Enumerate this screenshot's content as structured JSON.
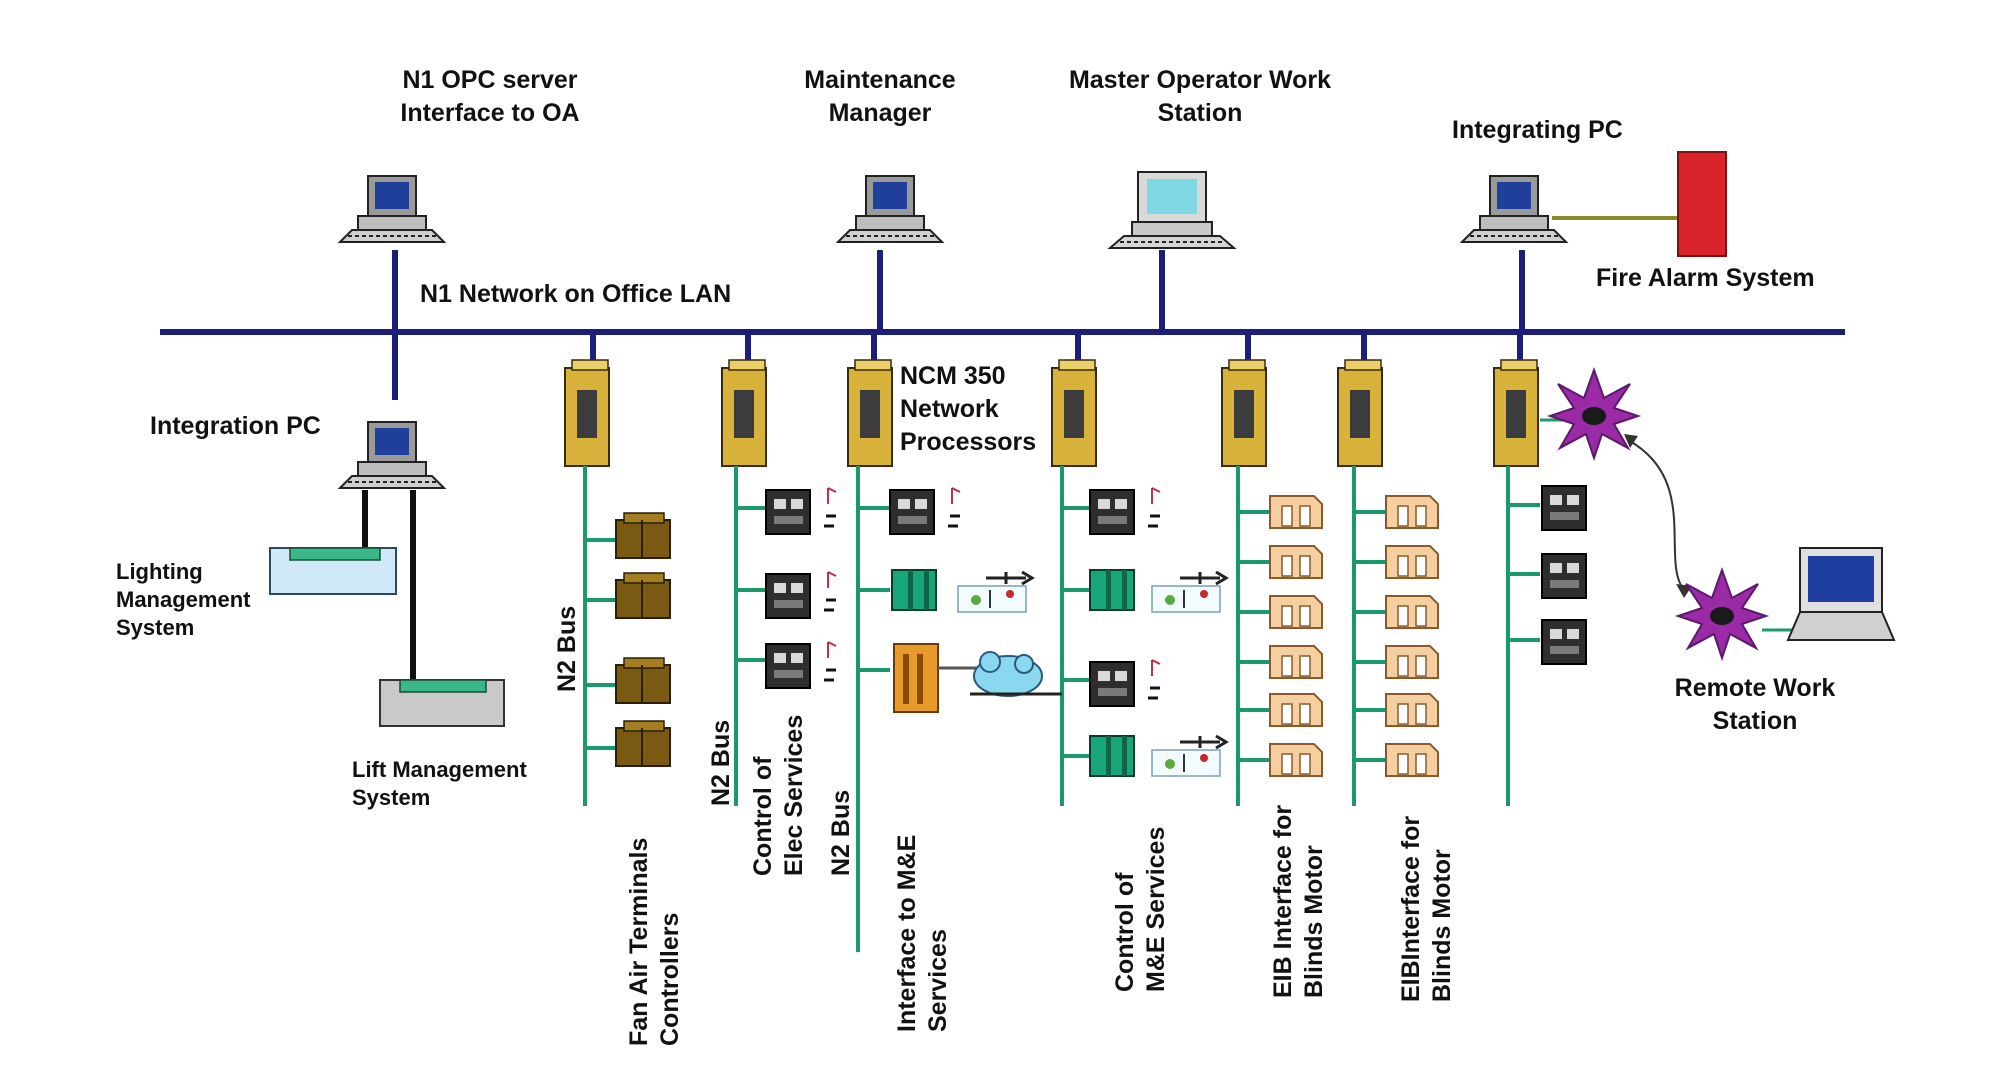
{
  "colors": {
    "network_line": "#1c1f7a",
    "bus_line": "#1a9a6a",
    "processor_body": "#d8b23a",
    "fire_alarm": "#d8232a",
    "connector_line": "#8a8a2a"
  },
  "labels": {
    "opc_server": [
      "N1 OPC server",
      "Interface to OA"
    ],
    "maintenance_manager": [
      "Maintenance",
      "Manager"
    ],
    "master_operator": [
      "Master Operator Work",
      "Station"
    ],
    "integrating_pc": "Integrating PC",
    "fire_alarm": "Fire Alarm System",
    "n1_network": "N1 Network on Office LAN",
    "integration_pc": "Integration PC",
    "ncm": [
      "NCM 350",
      "Network",
      "Processors"
    ],
    "lighting": [
      "Lighting",
      "Management",
      "System"
    ],
    "lift": [
      "Lift Management",
      "System"
    ],
    "remote": [
      "Remote Work",
      "Station"
    ],
    "n2_bus_1": "N2 Bus",
    "n2_bus_2": "N2 Bus",
    "n2_bus_3": "N2 Bus",
    "fan_air": [
      "Fan Air Terminals",
      "Controllers"
    ],
    "control_elec": [
      "Control of",
      "Elec Services"
    ],
    "interface_me": [
      "Interface to M&E",
      "Services"
    ],
    "control_me": [
      "Control of",
      "M&E Services"
    ],
    "eib_1": [
      "EIB Interface for",
      "Blinds Motor"
    ],
    "eib_2": [
      "EIBInterface for",
      "Blinds Motor"
    ]
  }
}
